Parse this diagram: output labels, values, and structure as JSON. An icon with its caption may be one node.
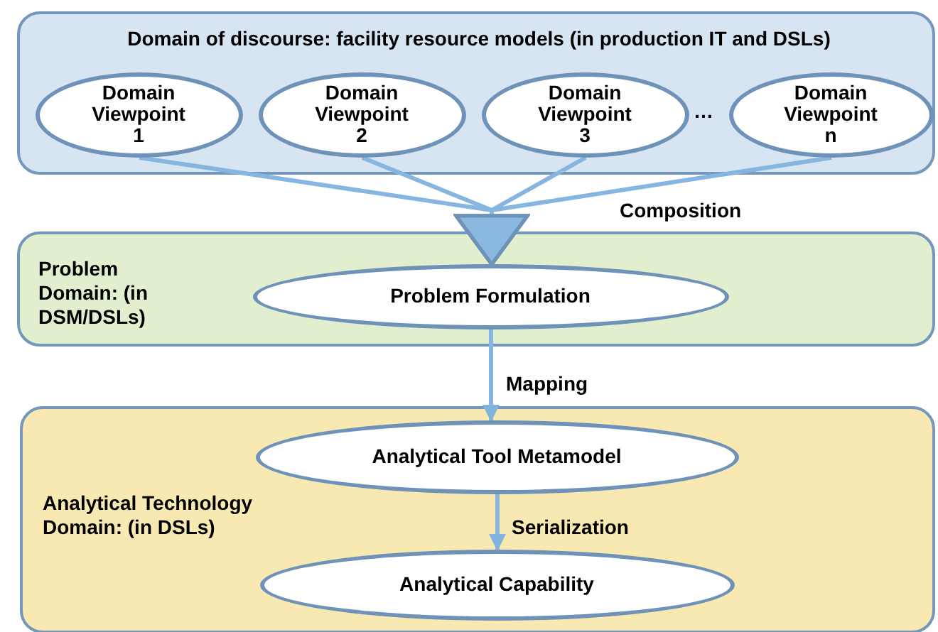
{
  "diagram": {
    "nodes": [
      {
        "text": [
          "Domain of discourse: facility resource models (in production IT and DSLs)"
        ]
      },
      {
        "text": [
          "Domain Viewpoint 1"
        ],
        "in": 0
      },
      {
        "text": [
          "Domain Viewpoint 2"
        ],
        "in": 0
      },
      {
        "text": [
          "Domain Viewpoint 3"
        ],
        "in": 0
      },
      {
        "text": [
          "Domain Viewpoint n"
        ],
        "in": 0
      },
      {
        "text": [
          "Problem Domain: (in DSM/DSLs)"
        ]
      },
      {
        "text": [
          "Problem Formulation"
        ],
        "in": 5
      },
      {
        "text": [
          "Analytical Technology Domain: (in DSLs)"
        ]
      },
      {
        "text": [
          "Analytical Tool Metamodel"
        ],
        "in": 7
      },
      {
        "text": [
          "Analytical Capability"
        ],
        "in": 7
      }
    ],
    "edges": [
      {
        "from": 1,
        "to": 6,
        "arrow": "to"
      },
      {
        "from": 2,
        "to": 6,
        "arrow": "to"
      },
      {
        "from": 3,
        "to": 6,
        "arrow": "to"
      },
      {
        "from": 4,
        "to": 6,
        "arrow": "to"
      },
      {
        "from": 6,
        "to": 8,
        "arrow": "to",
        "label": "Mapping"
      },
      {
        "from": 8,
        "to": 9,
        "arrow": "to",
        "label": "Serialization"
      }
    ],
    "labels": [
      "…",
      "Composition"
    ]
  }
}
